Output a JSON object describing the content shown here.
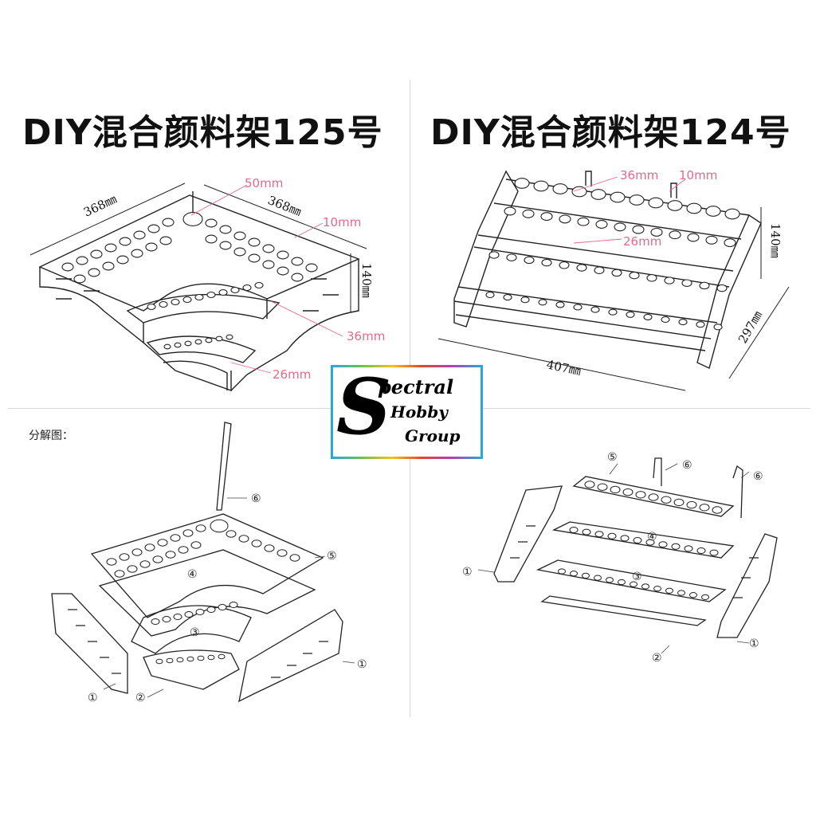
{
  "titles": {
    "left": "DIY混合颜料架125号",
    "right": "DIY混合颜料架124号"
  },
  "left_top": {
    "dims": {
      "width_a": "368㎜",
      "width_b": "368㎜",
      "hole_large": "50mm",
      "hole_small": "10mm",
      "height": "140㎜",
      "hole_mid": "36mm",
      "hole_bottom": "26mm"
    }
  },
  "right_top": {
    "dims": {
      "hole_top": "36mm",
      "peg": "10mm",
      "hole_mid": "26mm",
      "height": "140㎜",
      "depth": "297㎜",
      "width": "407㎜"
    }
  },
  "left_exploded": {
    "label": "分解图：",
    "callouts": [
      "①",
      "②",
      "③",
      "④",
      "⑤",
      "⑥",
      "①"
    ]
  },
  "right_exploded": {
    "callouts": [
      "⑤",
      "⑥",
      "⑥",
      "④",
      "③",
      "①",
      "①",
      "②"
    ]
  },
  "logo": {
    "big_letter": "S",
    "word1": "pectral",
    "word2": "Hobby",
    "word3": "Group"
  },
  "colors": {
    "line": "#222222",
    "dimension_pink": "#e46a8a",
    "divider": "#d8d8d8"
  }
}
